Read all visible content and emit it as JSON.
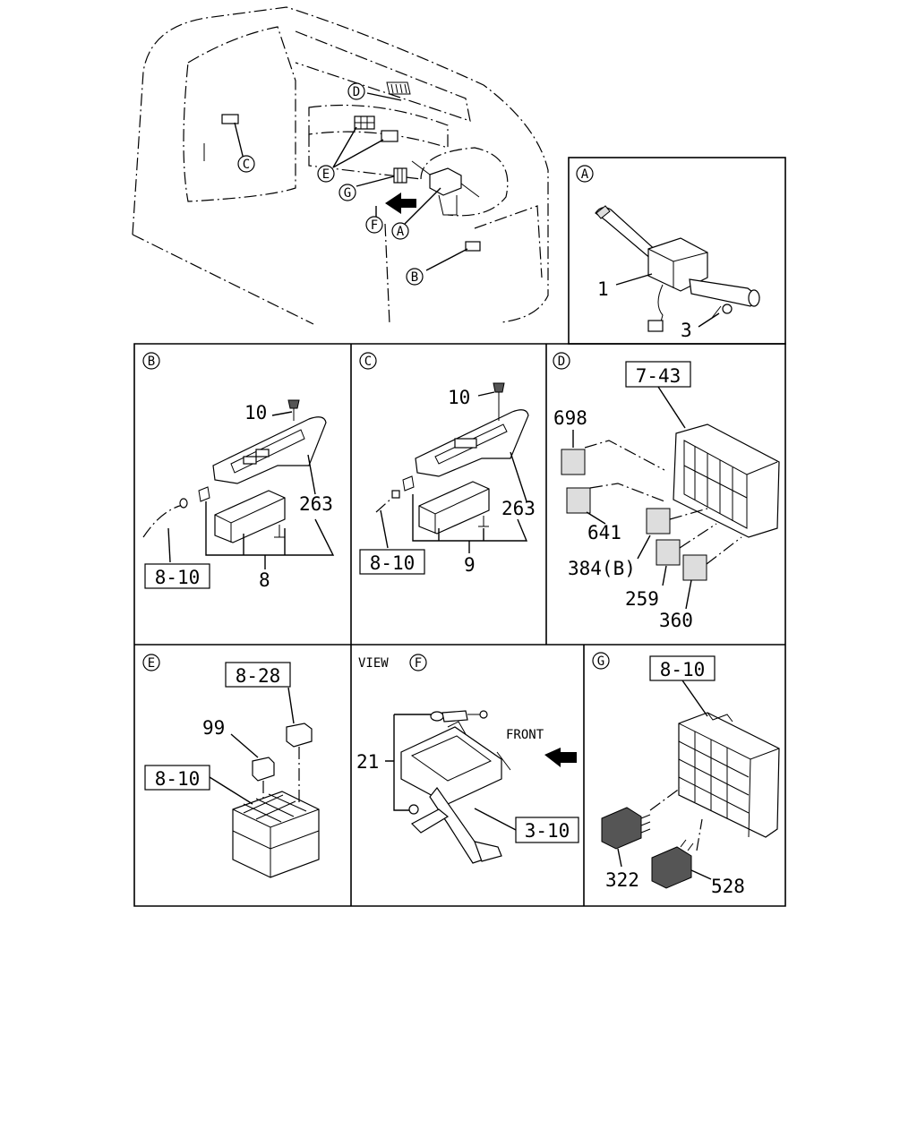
{
  "overview": {
    "callouts": {
      "A": "A",
      "B": "B",
      "C": "C",
      "D": "D",
      "E": "E",
      "F": "F",
      "G": "G"
    }
  },
  "panels": {
    "A": {
      "letter": "A",
      "parts": [
        "1",
        "3"
      ]
    },
    "B": {
      "letter": "B",
      "parts": [
        "10",
        "263",
        "8"
      ],
      "ref": "8-10"
    },
    "C": {
      "letter": "C",
      "parts": [
        "10",
        "263",
        "9"
      ],
      "ref": "8-10"
    },
    "D": {
      "letter": "D",
      "ref": "7-43",
      "parts": [
        "698",
        "641",
        "384(B)",
        "259",
        "360"
      ]
    },
    "E": {
      "letter": "E",
      "ref_top": "8-28",
      "ref_left": "8-10",
      "parts": [
        "99"
      ]
    },
    "F": {
      "view_label": "VIEW",
      "letter": "F",
      "front_label": "FRONT",
      "parts": [
        "21"
      ],
      "ref": "3-10"
    },
    "G": {
      "letter": "G",
      "ref": "8-10",
      "parts": [
        "322",
        "528"
      ]
    }
  }
}
